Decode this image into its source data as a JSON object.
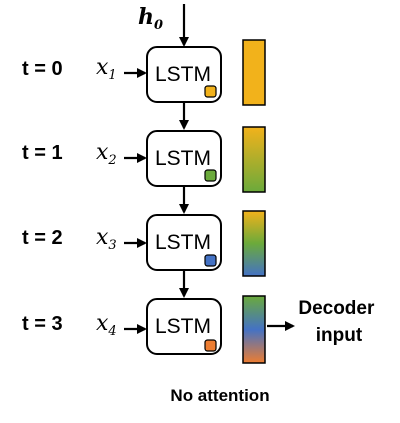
{
  "initial_state": {
    "symbol": "h",
    "subscript": "0"
  },
  "cell_label": "LSTM",
  "steps": [
    {
      "time_label": "t = 0",
      "input_symbol": "x",
      "input_subscript": "1",
      "state_color": "#F2B21B"
    },
    {
      "time_label": "t = 1",
      "input_symbol": "x",
      "input_subscript": "2",
      "state_color": "#6BAA3B"
    },
    {
      "time_label": "t = 2",
      "input_symbol": "x",
      "input_subscript": "3",
      "state_color": "#4472C4"
    },
    {
      "time_label": "t = 3",
      "input_symbol": "x",
      "input_subscript": "4",
      "state_color": "#ED7D31"
    }
  ],
  "bars": [
    {
      "colors": [
        "#F2B21B",
        "#F2B21B"
      ]
    },
    {
      "colors": [
        "#F2B21B",
        "#6BAA3B"
      ]
    },
    {
      "colors": [
        "#F2B21B",
        "#6BAA3B",
        "#4472C4"
      ]
    },
    {
      "colors": [
        "#6BAA3B",
        "#4472C4",
        "#ED7D31"
      ]
    }
  ],
  "output_label": {
    "line1": "Decoder",
    "line2": "input"
  },
  "caption": "No attention"
}
